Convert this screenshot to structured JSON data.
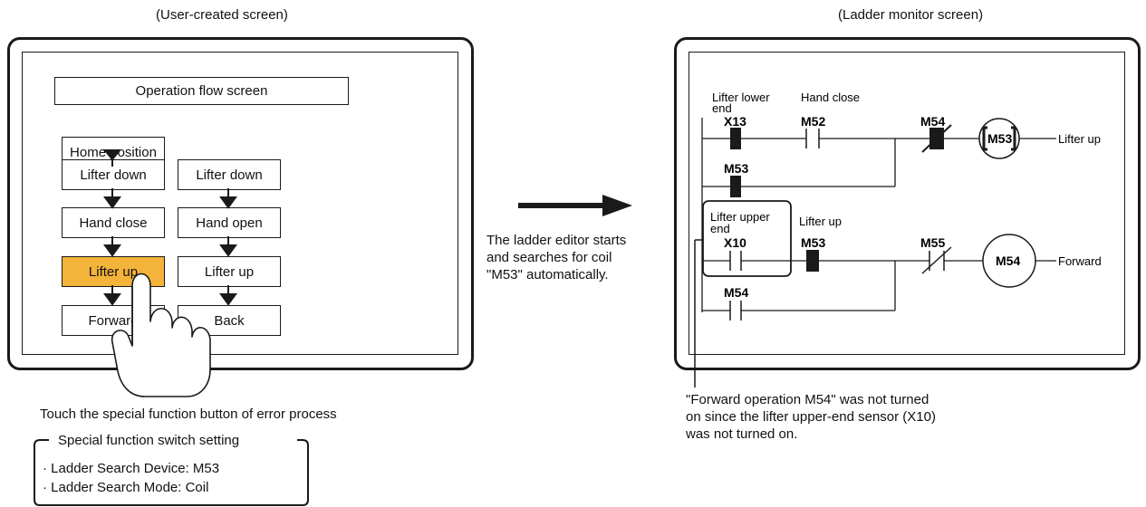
{
  "left": {
    "caption": "(User-created screen)",
    "title_box": "Operation flow screen",
    "home": "Home position",
    "col1": [
      "Lifter down",
      "Hand close",
      "Lifter up",
      "Forward"
    ],
    "col2": [
      "Lifter down",
      "Hand open",
      "Lifter up",
      "Back"
    ],
    "selected_color": "#f4b33a",
    "touch_text": "Touch the special function button of error process",
    "setting_title": "Special function switch setting",
    "settings": [
      "· Ladder Search Device: M53",
      "· Ladder Search Mode: Coil"
    ]
  },
  "middle": {
    "note_lines": [
      "The ladder editor starts",
      "and searches for coil",
      "\"M53\" automatically."
    ]
  },
  "right": {
    "caption": "(Ladder monitor screen)",
    "rung1": {
      "x13_label_lines": [
        "Lifter lower",
        "end"
      ],
      "x13": "X13",
      "m52_label": "Hand close",
      "m52": "M52",
      "m54": "M54",
      "coil": "M53",
      "coil_label": "Lifter up",
      "branch": "M53"
    },
    "rung2": {
      "x10_label_lines": [
        "Lifter upper",
        "end"
      ],
      "x10": "X10",
      "m53_label": "Lifter up",
      "m53": "M53",
      "m55": "M55",
      "coil": "M54",
      "coil_label": "Forward",
      "branch": "M54"
    },
    "note_lines": [
      "\"Forward operation M54\" was not turned",
      "on since the lifter upper-end sensor (X10)",
      "was not turned on."
    ]
  }
}
